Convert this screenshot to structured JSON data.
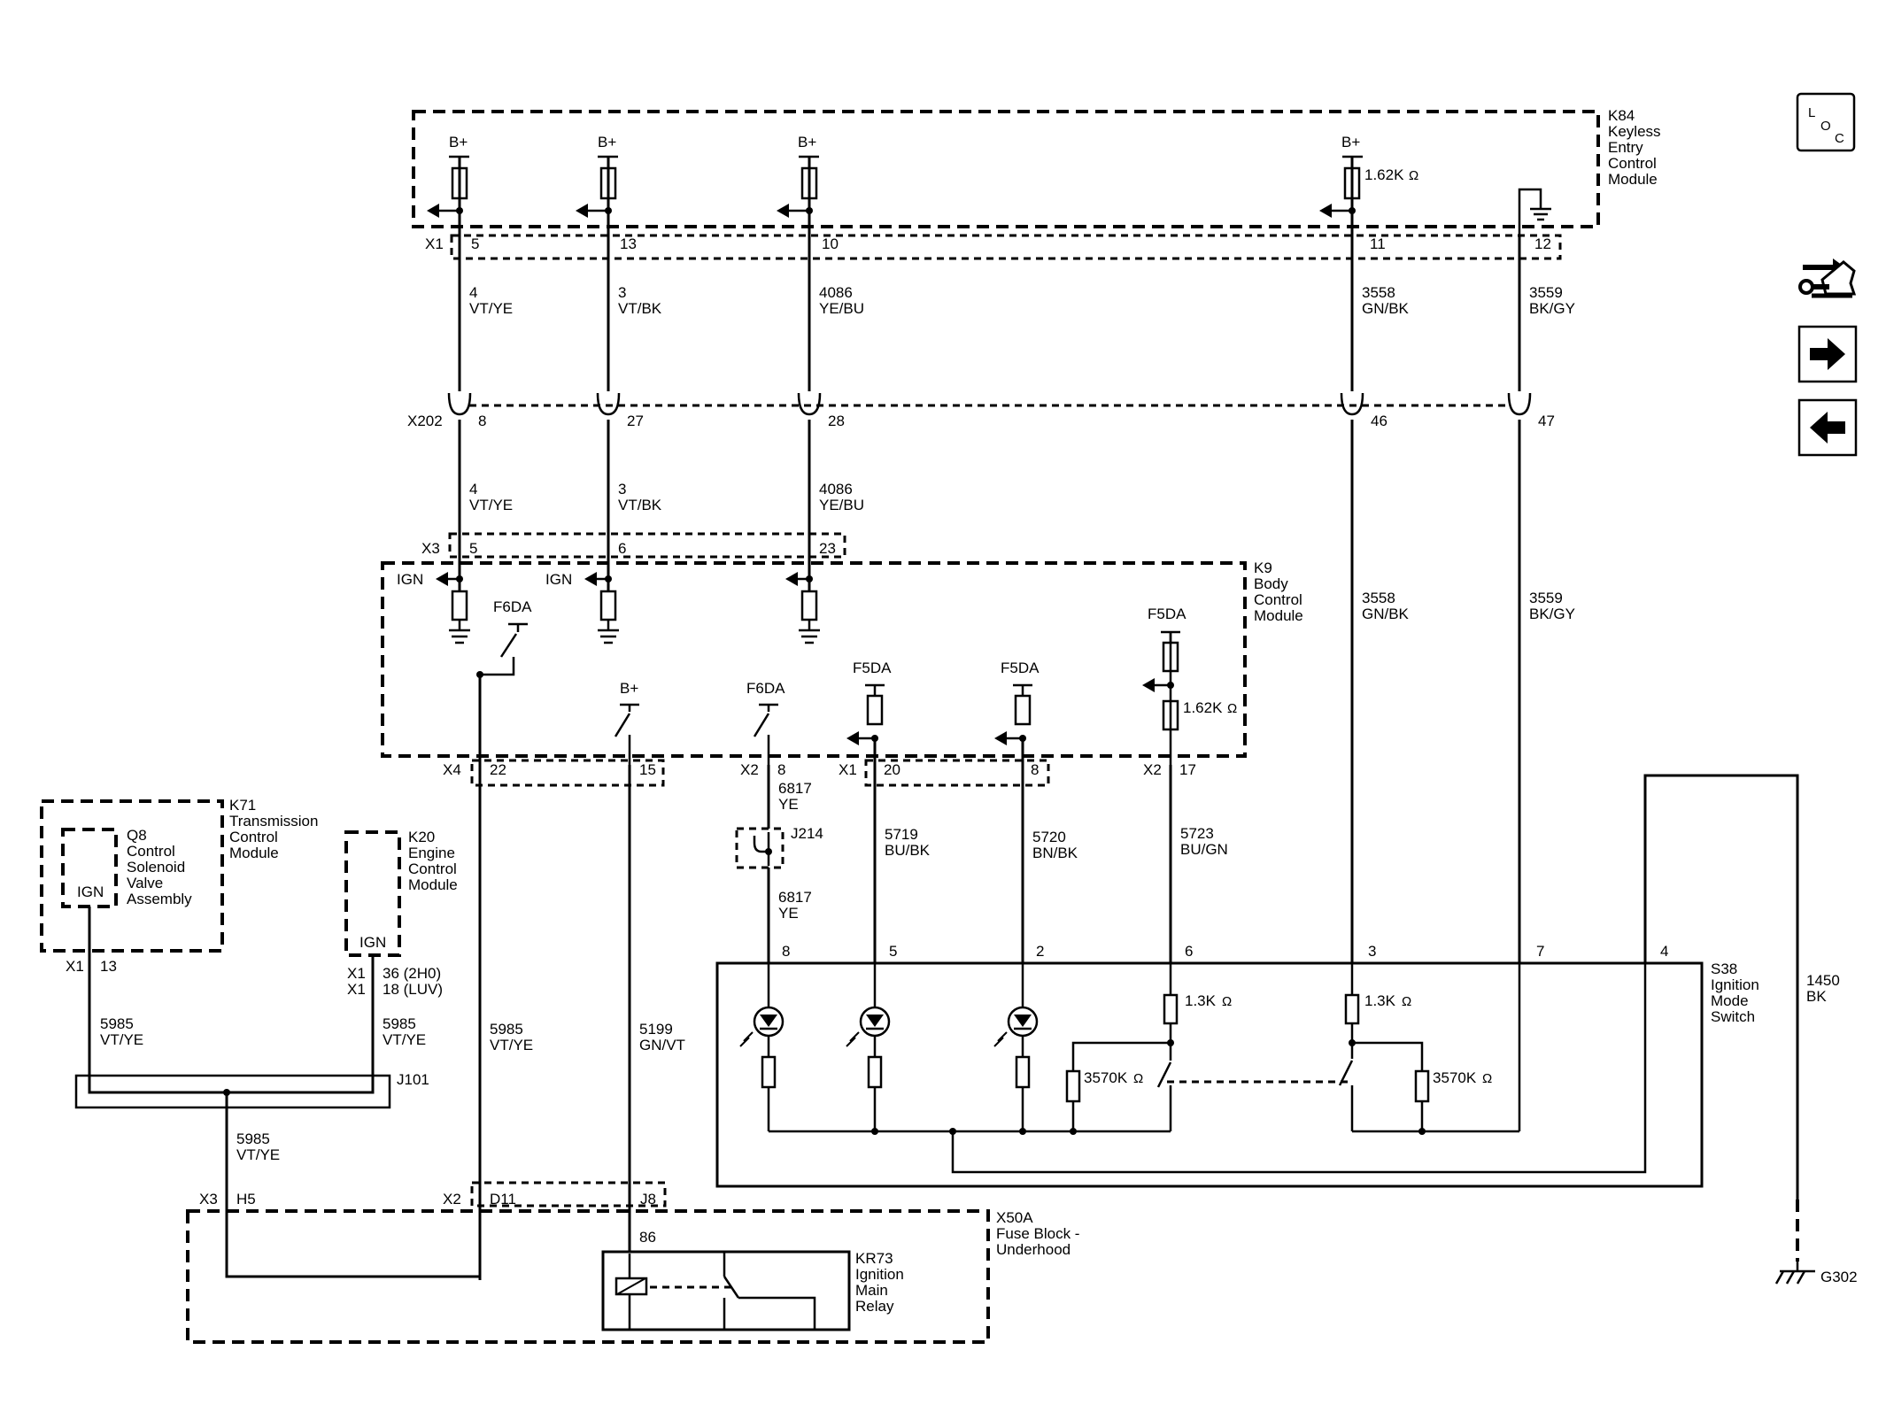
{
  "nav": {
    "loc_l": "L",
    "loc_o": "O",
    "loc_c": "C",
    "loc_button": "loc-icon",
    "connector_view": "connector-wrench-icon",
    "next_page": "arrow-right-icon",
    "prev_page": "arrow-left-icon"
  },
  "modules": {
    "k84": [
      "K84",
      "Keyless",
      "Entry",
      "Control",
      "Module"
    ],
    "k9": [
      "K9",
      "Body",
      "Control",
      "Module"
    ],
    "k71": [
      "K71",
      "Transmission",
      "Control",
      "Module"
    ],
    "q8": [
      "Q8",
      "Control",
      "Solenoid",
      "Valve",
      "Assembly"
    ],
    "k20": [
      "K20",
      "Engine",
      "Control",
      "Module"
    ],
    "s38": [
      "S38",
      "Ignition",
      "Mode",
      "Switch"
    ],
    "x50a": [
      "X50A",
      "Fuse Block -",
      "Underhood"
    ],
    "kr73": [
      "KR73",
      "Ignition",
      "Main",
      "Relay"
    ]
  },
  "supplies": {
    "bplus": "B+",
    "ign": "IGN",
    "f6da": "F6DA",
    "f5da": "F5DA"
  },
  "resistors": {
    "r162k": "1.62K",
    "r13k": "1.3K",
    "r3570k": "3570K",
    "ohm": "Ω"
  },
  "connectors": {
    "x1": "X1",
    "x2": "X2",
    "x3": "X3",
    "x4": "X4",
    "x202": "X202",
    "j214": "J214",
    "j101": "J101",
    "g302": "G302"
  },
  "pins": {
    "k84_x1": [
      "5",
      "13",
      "10",
      "11",
      "12"
    ],
    "x202": [
      "8",
      "27",
      "28",
      "46",
      "47"
    ],
    "k9_x3": [
      "5",
      "6",
      "23"
    ],
    "k9_x4": [
      "22",
      "15"
    ],
    "k9_x2_8": "8",
    "k9_x1": [
      "20",
      "8"
    ],
    "k9_x2_17": "17",
    "s38": [
      "8",
      "5",
      "2",
      "6",
      "3",
      "7",
      "4"
    ],
    "k71_x1": "13",
    "k20_x1a": "36 (2H0)",
    "k20_x1b": "18 (LUV)",
    "x50a_x3": "H5",
    "x50a_x2": "D11",
    "x50a_j8": "J8",
    "kr73_86": "86"
  },
  "wires": {
    "c4": [
      "4",
      "VT/YE"
    ],
    "c3": [
      "3",
      "VT/BK"
    ],
    "c4086": [
      "4086",
      "YE/BU"
    ],
    "c3558": [
      "3558",
      "GN/BK"
    ],
    "c3559": [
      "3559",
      "BK/GY"
    ],
    "c6817": [
      "6817",
      "YE"
    ],
    "c5719": [
      "5719",
      "BU/BK"
    ],
    "c5720": [
      "5720",
      "BN/BK"
    ],
    "c5723": [
      "5723",
      "BU/GN"
    ],
    "c5985": [
      "5985",
      "VT/YE"
    ],
    "c5199": [
      "5199",
      "GN/VT"
    ],
    "c1450": [
      "1450",
      "BK"
    ]
  }
}
